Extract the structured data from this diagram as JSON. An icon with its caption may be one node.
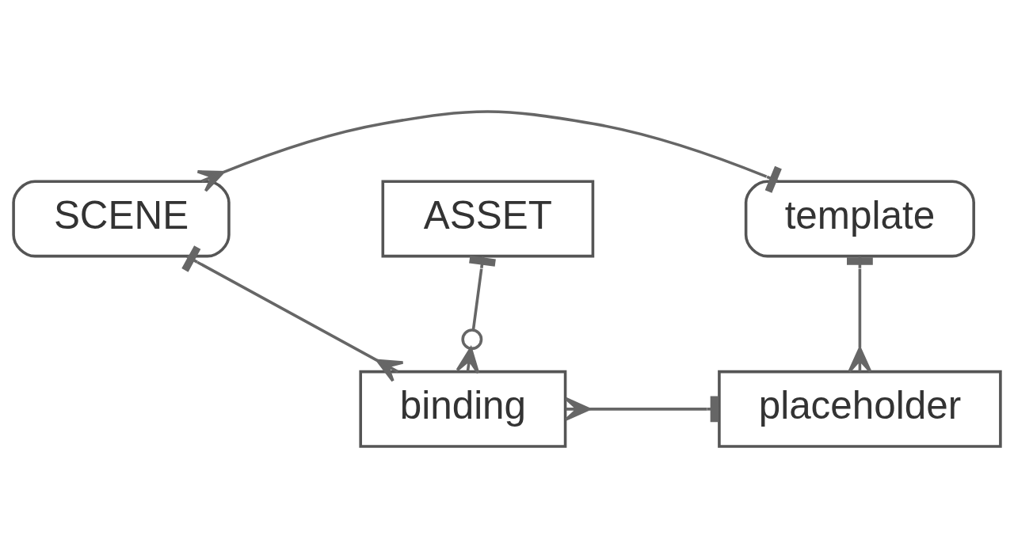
{
  "diagram": {
    "nodes": [
      {
        "text": [
          "SCENE"
        ]
      },
      {
        "text": [
          "template"
        ]
      },
      {
        "text": [
          "placeholder"
        ]
      },
      {
        "text": [
          "binding"
        ]
      },
      {
        "text": [
          "ASSET"
        ]
      }
    ],
    "edges": [
      {
        "from": 0,
        "to": 1,
        "arrow": "other"
      },
      {
        "from": 1,
        "to": 2,
        "arrow": "other"
      },
      {
        "from": 0,
        "to": 3,
        "arrow": "other"
      },
      {
        "from": 3,
        "to": 2,
        "arrow": "other"
      },
      {
        "from": 4,
        "to": 3,
        "arrow": "other"
      }
    ]
  }
}
